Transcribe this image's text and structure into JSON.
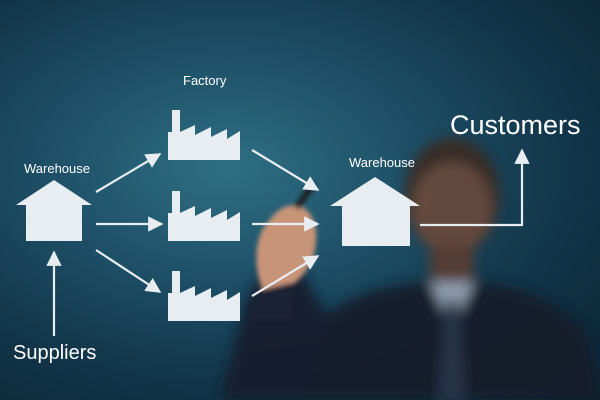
{
  "diagram": {
    "labels": {
      "factory": "Factory",
      "warehouse_left": "Warehouse",
      "warehouse_right": "Warehouse",
      "customers": "Customers",
      "suppliers": "Suppliers"
    },
    "colors": {
      "background": "#1d4f66",
      "shapes": "#e8edf1",
      "text": "#ffffff"
    },
    "icons": [
      "warehouse-icon",
      "factory-icon",
      "arrow-icon",
      "person-silhouette"
    ]
  }
}
